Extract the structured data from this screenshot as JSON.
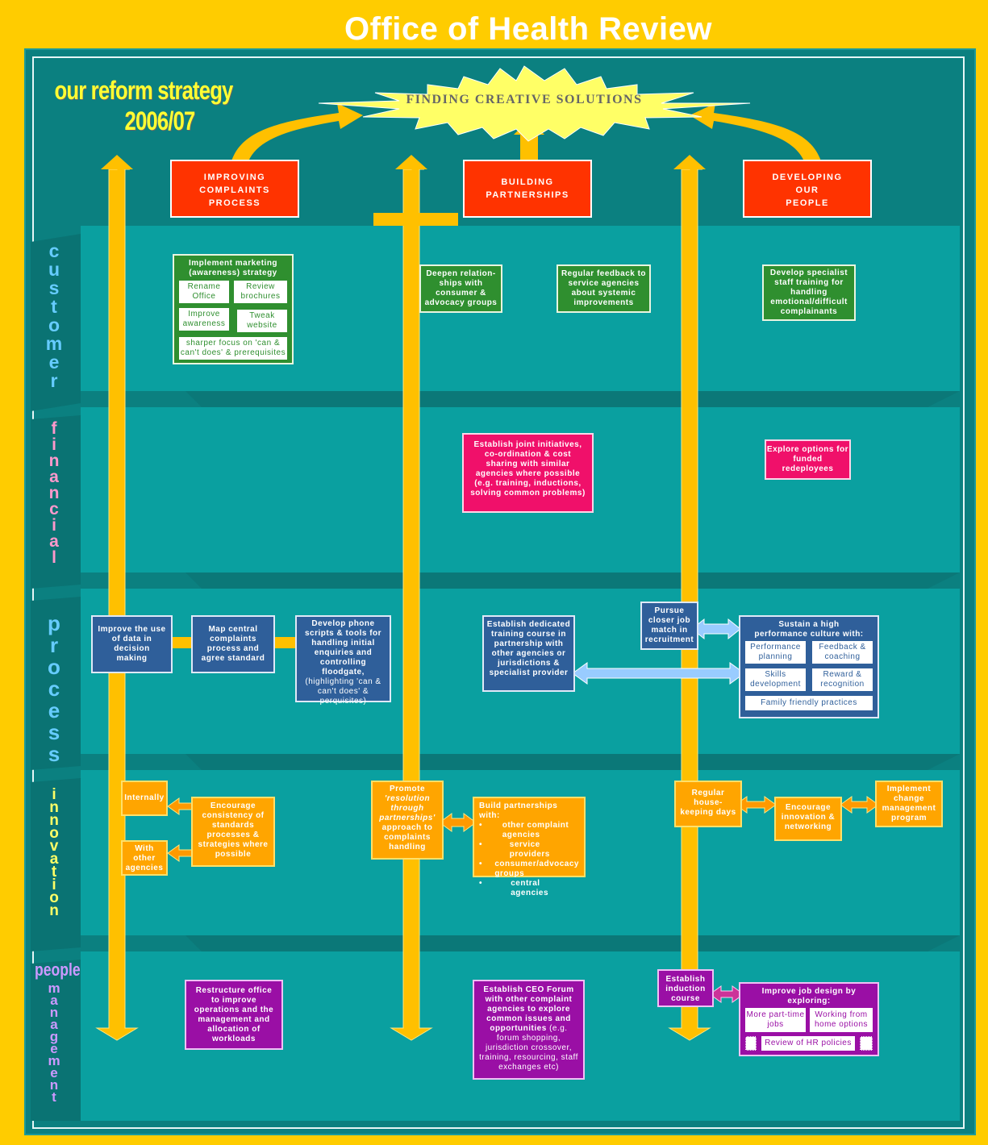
{
  "title": "Office of Health Review",
  "subtitle_line1": "our reform strategy",
  "subtitle_line2": "2006/07",
  "starburst": "FINDING CREATIVE SOLUTIONS",
  "pillars": [
    {
      "l1": "IMPROVING",
      "l2": "COMPLAINTS",
      "l3": "PROCESS"
    },
    {
      "l1": "BUILDING",
      "l2": "PARTNERSHIPS",
      "l3": ""
    },
    {
      "l1": "DEVELOPING",
      "l2": "OUR",
      "l3": "PEOPLE"
    }
  ],
  "rows": {
    "customer": "customer",
    "financial": "financial",
    "process": "process",
    "innovation": "innovation",
    "people": "people",
    "management": "management"
  },
  "colors": {
    "background": "#ffcc00",
    "panel": "#0b8080",
    "pillar": "#ff3300",
    "arrow": "#ffc000"
  },
  "customer": {
    "marketing_title": "Implement marketing (awareness) strategy",
    "rename": "Rename Office",
    "review_brochures": "Review brochures",
    "improve_awareness": "Improve awareness",
    "tweak_website": "Tweak website",
    "sharper_focus": "sharper focus on 'can & can't does' & prerequisites",
    "deepen": "Deepen relation-ships with consumer & advocacy groups",
    "regular_feedback": "Regular feedback to service agencies about systemic improvements",
    "specialist_training": "Develop specialist staff training for handling emotional/difficult complainants"
  },
  "financial": {
    "joint_initiatives": "Establish joint initiatives, co-ordination & cost sharing with similar agencies where possible (e.g. training, inductions, solving common problems)",
    "funded_redeployees": "Explore options for funded redeployees"
  },
  "process": {
    "improve_data": "Improve the use of data in decision making",
    "map_central": "Map central complaints process and agree standard",
    "phone_scripts_bold": "Develop phone scripts & tools for handling initial enquiries and controlling floodgate,",
    "phone_scripts_normal": "(highlighting 'can & can't does' & perquisites)",
    "dedicated_training": "Establish dedicated training course in partnership with other agencies or jurisdictions & specialist provider",
    "pursue_job_match": "Pursue closer job match in recruitment",
    "sustain_title": "Sustain a high performance culture with:",
    "performance_planning": "Performance planning",
    "feedback_coaching": "Feedback & coaching",
    "skills_development": "Skills development",
    "reward_recognition": "Reward & recognition",
    "family_friendly": "Family friendly practices"
  },
  "innovation": {
    "internally": "Internally",
    "with_other_agencies": "With other agencies",
    "encourage_consistency": "Encourage consistency of standards processes & strategies where possible",
    "promote": "Promote",
    "resolution_through": "'resolution through partnerships'",
    "approach": "approach to complaints handling",
    "build_title": "Build partnerships with:",
    "bullet1": "other complaint agencies",
    "bullet2": "service providers",
    "bullet3": "consumer/advocacy groups",
    "bullet4": "central agencies",
    "regular_housekeeping": "Regular house-keeping days",
    "encourage_innovation": "Encourage innovation & networking",
    "implement_change": "Implement change management program"
  },
  "people": {
    "restructure": "Restructure office to improve operations and the management and allocation of workloads",
    "ceo_forum_bold": "Establish CEO Forum with other complaint agencies to explore common issues and opportunities",
    "ceo_forum_normal": "(e.g. forum shopping, jurisdiction crossover, training, resourcing, staff exchanges etc)",
    "induction": "Establish induction course",
    "job_design_title": "Improve job design by exploring:",
    "part_time": "More part-time jobs",
    "home_options": "Working from home options",
    "hr_policies": "Review of HR policies"
  }
}
